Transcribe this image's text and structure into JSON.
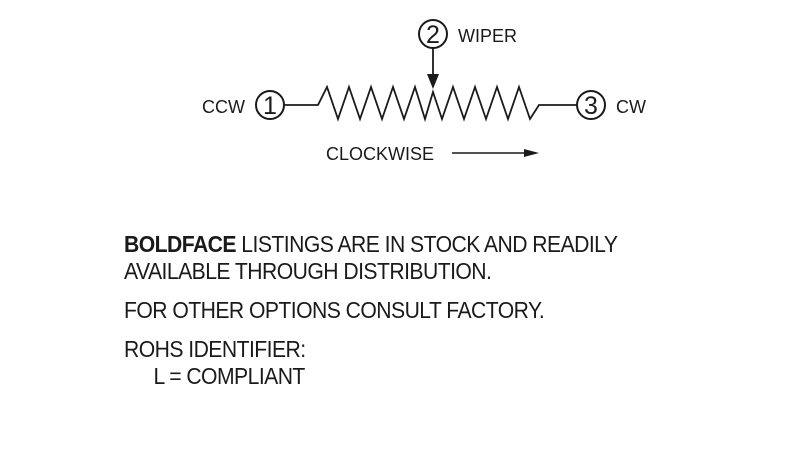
{
  "diagram": {
    "wiper_label": "WIPER",
    "ccw_label": "CCW",
    "cw_label": "CW",
    "clockwise_label": "CLOCKWISE",
    "terminal_1": "1",
    "terminal_2": "2",
    "terminal_3": "3"
  },
  "notes": {
    "boldface_word": "BOLDFACE",
    "listing_line1_rest": " LISTINGS ARE IN STOCK AND READILY",
    "listing_line2": "AVAILABLE THROUGH DISTRIBUTION.",
    "other_options": "FOR OTHER OPTIONS CONSULT FACTORY.",
    "rohs_heading": "ROHS IDENTIFIER:",
    "rohs_value": "L = COMPLIANT"
  }
}
